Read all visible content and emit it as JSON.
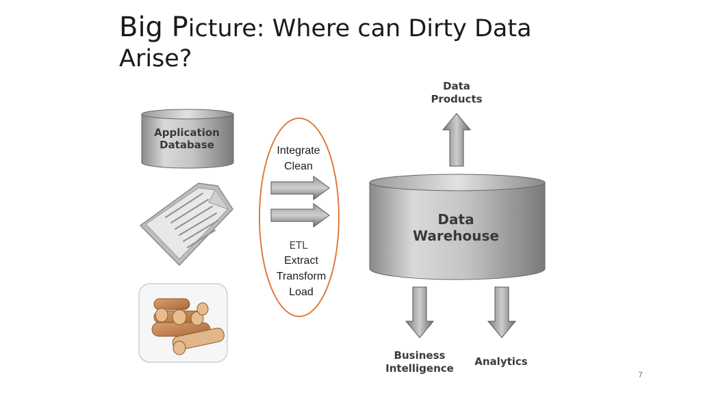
{
  "title": {
    "part1": "Big P",
    "part2": "icture: Where can Dirty Data Arise?"
  },
  "sources": {
    "app_db_line1": "Application",
    "app_db_line2": "Database"
  },
  "etl": {
    "top_line1": "Integrate",
    "top_line2": "Clean",
    "heading": "ETL",
    "steps": [
      "Extract",
      "Transform",
      "Load"
    ]
  },
  "warehouse": {
    "line1": "Data",
    "line2": "Warehouse"
  },
  "outputs": {
    "products_line1": "Data",
    "products_line2": "Products",
    "bi_line1": "Business",
    "bi_line2": "Intelligence",
    "analytics": "Analytics"
  },
  "slide_number": "7",
  "colors": {
    "ellipse": "#e07a3a",
    "gray_dark": "#7e7e7e",
    "gray_light": "#d4d4d4"
  }
}
